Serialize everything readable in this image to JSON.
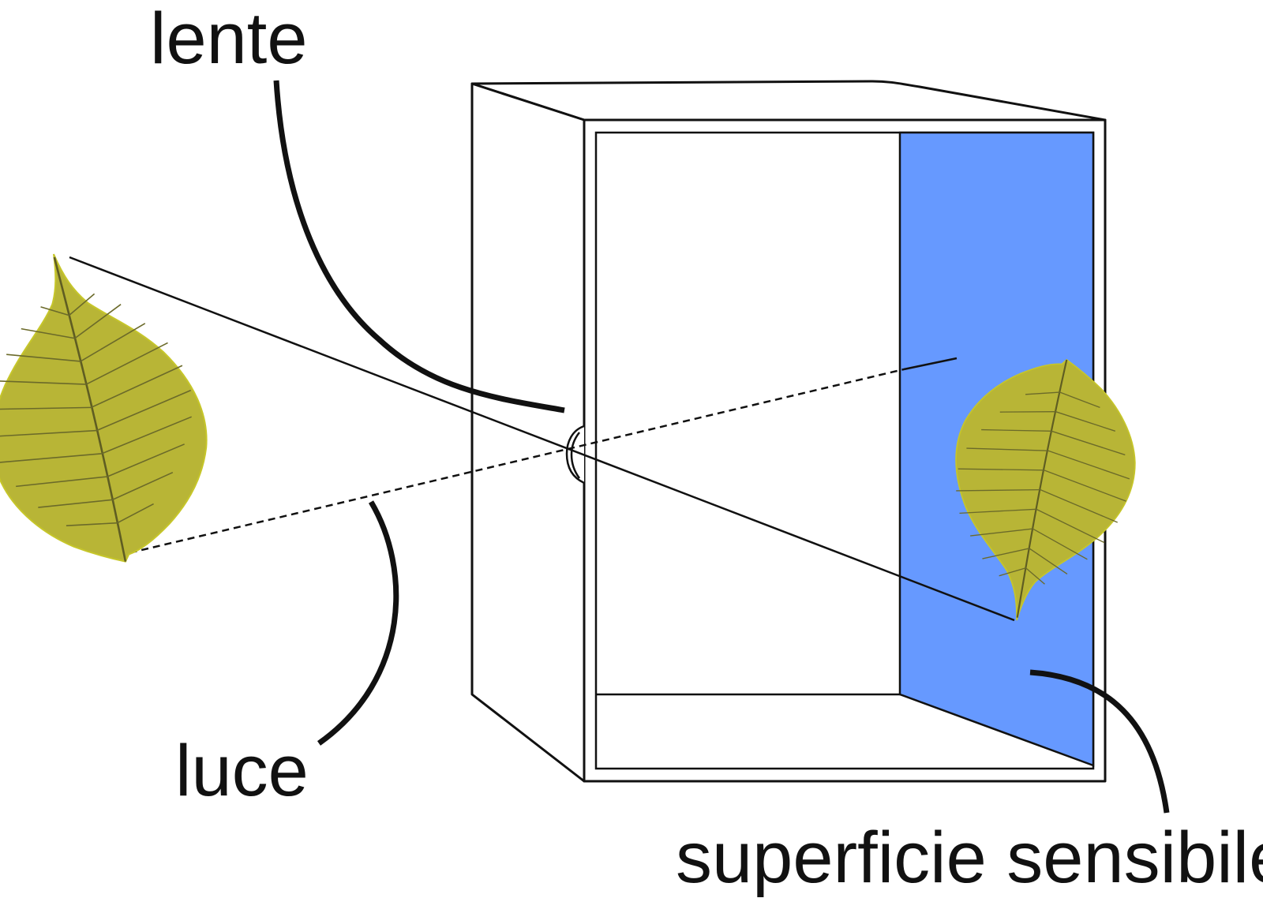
{
  "labels": {
    "lens": "lente",
    "light": "luce",
    "sensitive_surface": "superficie sensibile"
  },
  "colors": {
    "sensitive_surface": "#6699ff",
    "leaf_fill": "#b8b536",
    "leaf_edge": "#c6c62a",
    "leaf_vein": "#6b6a2a",
    "line": "#111111"
  },
  "icons": {
    "object": "leaf",
    "image": "leaf-inverted",
    "device": "camera-box"
  }
}
